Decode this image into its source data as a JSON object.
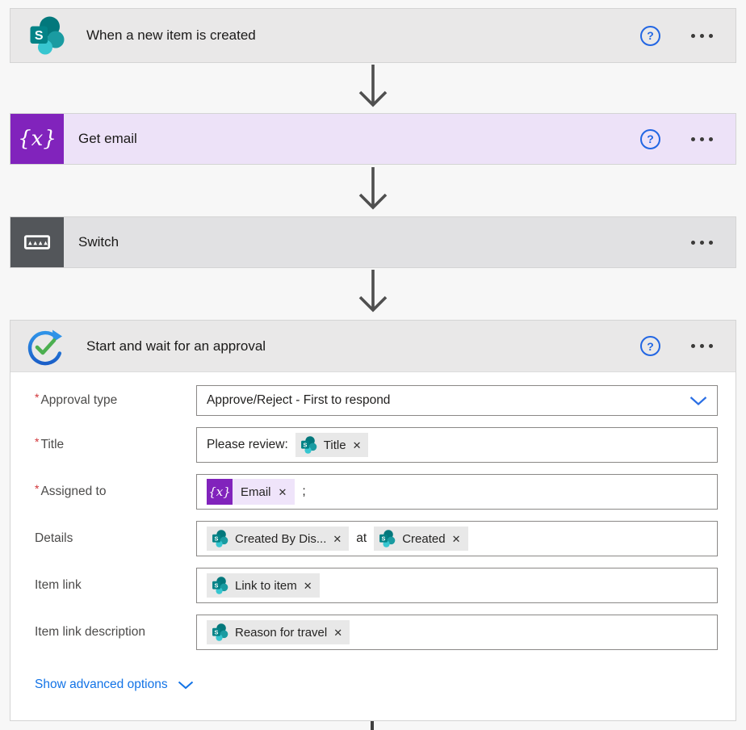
{
  "trigger_card": {
    "title": "When a new item is created",
    "help_label": "?"
  },
  "get_email_card": {
    "title": "Get email",
    "help_label": "?"
  },
  "switch_card": {
    "title": "Switch"
  },
  "approval_card": {
    "title": "Start and wait for an approval",
    "help_label": "?",
    "fields": {
      "approval_type": {
        "required_mark": "*",
        "label": "Approval type",
        "value": "Approve/Reject - First to respond"
      },
      "title": {
        "required_mark": "*",
        "label": "Title",
        "text_before": "Please review:",
        "token": {
          "name": "Title",
          "source": "sharepoint"
        }
      },
      "assigned_to": {
        "required_mark": "*",
        "label": "Assigned to",
        "token": {
          "name": "Email",
          "source": "variable"
        },
        "text_after": ";"
      },
      "details": {
        "label": "Details",
        "token_1": {
          "name": "Created By Dis...",
          "source": "sharepoint"
        },
        "text_between": "at",
        "token_2": {
          "name": "Created",
          "source": "sharepoint"
        }
      },
      "item_link": {
        "label": "Item link",
        "token": {
          "name": "Link to item",
          "source": "sharepoint"
        }
      },
      "item_link_description": {
        "label": "Item link description",
        "token": {
          "name": "Reason for travel",
          "source": "sharepoint"
        }
      }
    },
    "advanced_options": {
      "label": "Show advanced options"
    }
  },
  "icons": {
    "variable_glyph": "{x}",
    "sharepoint_letter": "S"
  },
  "tokens": {
    "remove_glyph": "✕"
  },
  "colors": {
    "sharepoint_dark": "#03787C",
    "sharepoint_mid": "#1A9BA1",
    "sharepoint_light": "#37C6D0",
    "variable_purple": "#8123BC",
    "variable_bg": "#EDE2F8",
    "approval_blue": "#1E63C8",
    "approval_green": "#4CAF50",
    "help_blue": "#2266E3",
    "link_blue": "#1273E6",
    "required_red": "#D13438",
    "header_gray": "#E9E8E8",
    "switch_gray": "#53565A"
  }
}
